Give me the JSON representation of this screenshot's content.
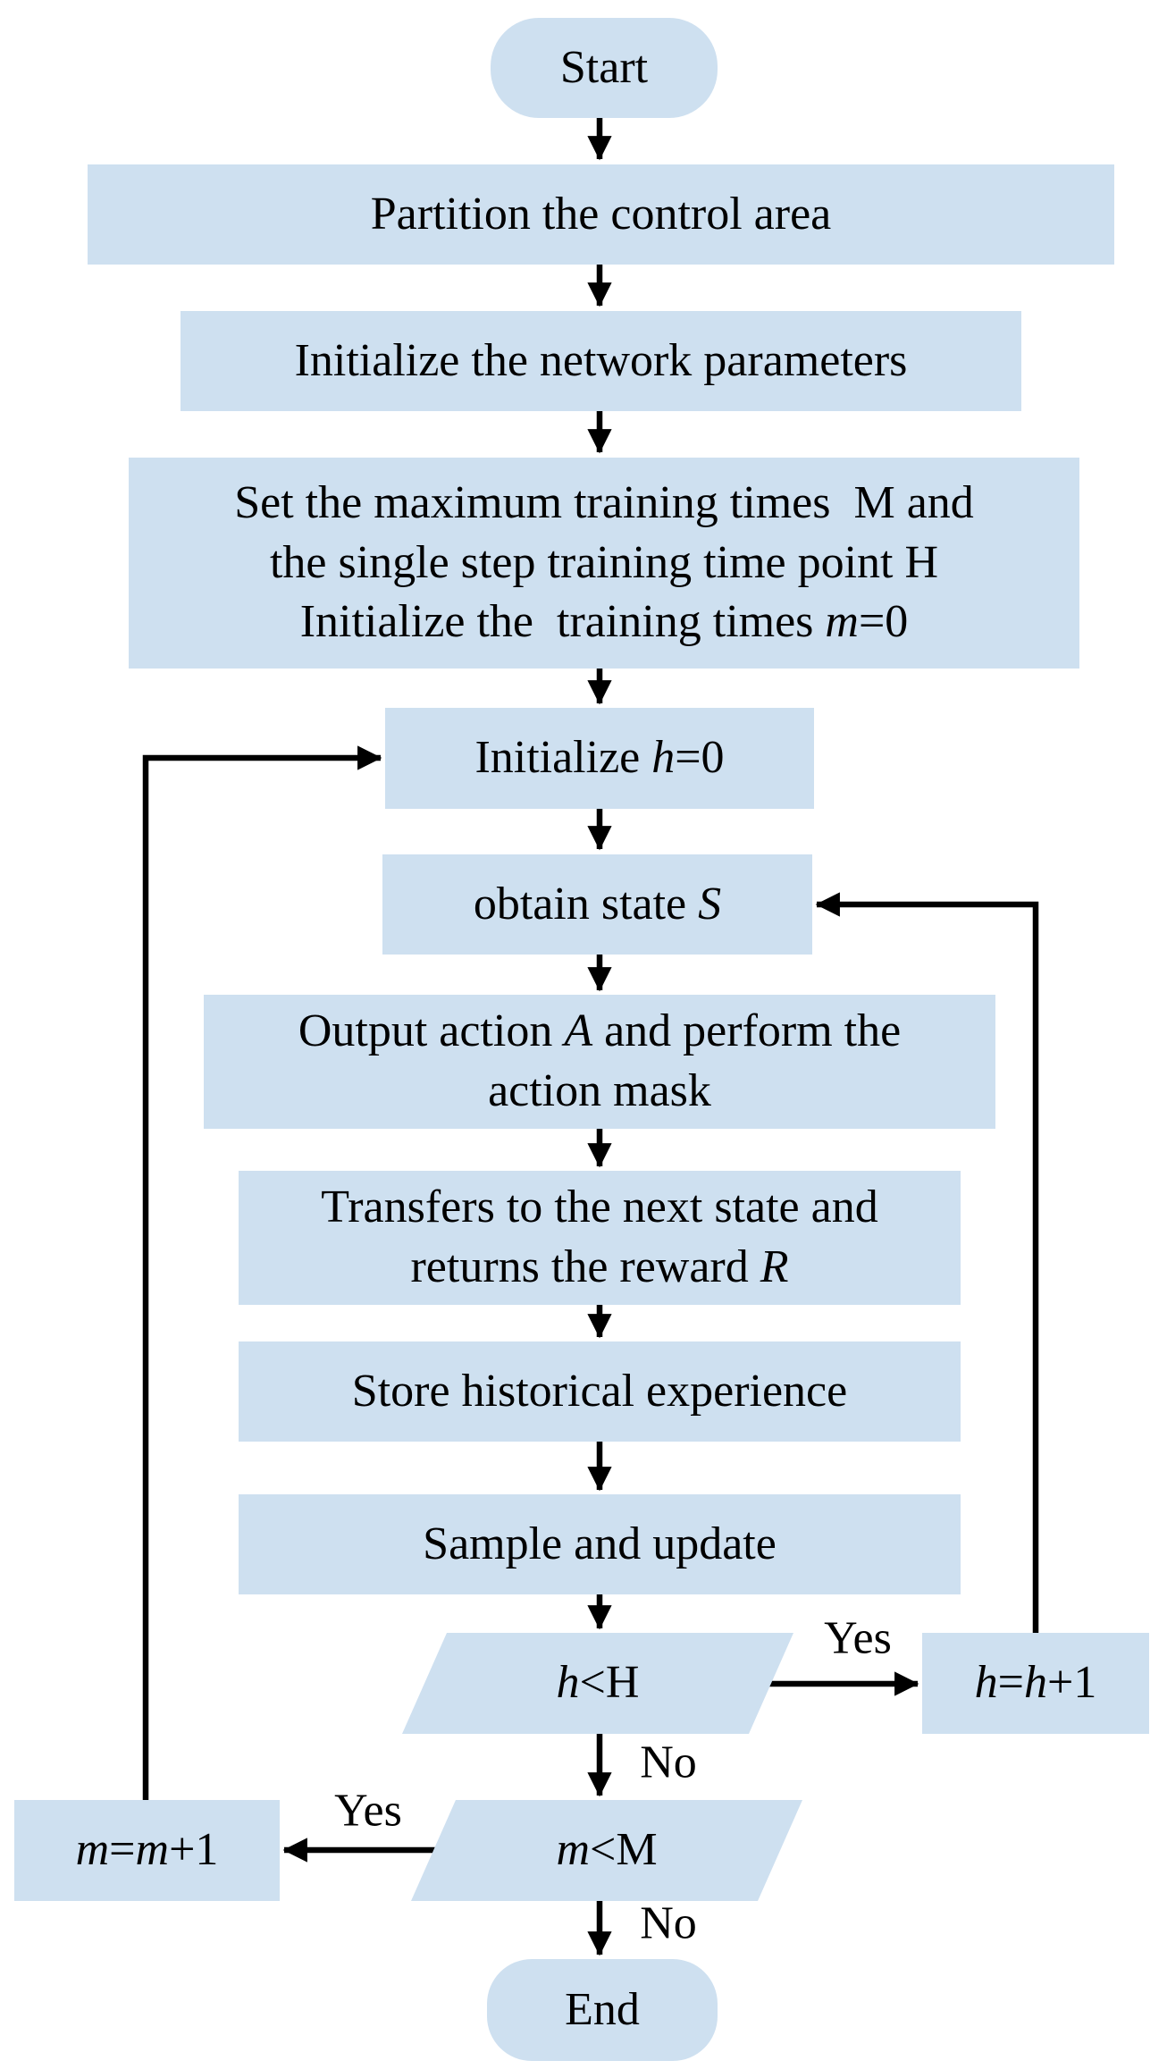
{
  "figure": {
    "type": "flowchart",
    "colors": {
      "node_fill": "#cee0f0",
      "line": "#000000",
      "text": "#000000",
      "background": "#ffffff"
    },
    "nodes": [
      {
        "id": "start",
        "shape": "terminator",
        "lines": [
          [
            {
              "t": "Start"
            }
          ]
        ]
      },
      {
        "id": "partition",
        "shape": "process",
        "lines": [
          [
            {
              "t": "Partition the control area"
            }
          ]
        ]
      },
      {
        "id": "init_network",
        "shape": "process",
        "lines": [
          [
            {
              "t": "Initialize the network parameters"
            }
          ]
        ]
      },
      {
        "id": "set_max",
        "shape": "process",
        "lines": [
          [
            {
              "t": "Set the maximum training times  M and"
            }
          ],
          [
            {
              "t": "the single step training time point H"
            }
          ],
          [
            {
              "t": "Initialize the  training times "
            },
            {
              "t": "m",
              "i": true
            },
            {
              "t": "=0"
            }
          ]
        ]
      },
      {
        "id": "init_h",
        "shape": "process",
        "lines": [
          [
            {
              "t": "Initialize "
            },
            {
              "t": "h",
              "i": true
            },
            {
              "t": "=0"
            }
          ]
        ]
      },
      {
        "id": "obtain_state",
        "shape": "process",
        "lines": [
          [
            {
              "t": "obtain state "
            },
            {
              "t": "S",
              "i": true
            }
          ]
        ]
      },
      {
        "id": "output_action",
        "shape": "process",
        "lines": [
          [
            {
              "t": "Output action "
            },
            {
              "t": "A",
              "i": true
            },
            {
              "t": " and perform the"
            }
          ],
          [
            {
              "t": "action mask"
            }
          ]
        ]
      },
      {
        "id": "transfers",
        "shape": "process",
        "lines": [
          [
            {
              "t": "Transfers to the next state and"
            }
          ],
          [
            {
              "t": "returns the reward "
            },
            {
              "t": "R",
              "i": true
            }
          ]
        ]
      },
      {
        "id": "store",
        "shape": "process",
        "lines": [
          [
            {
              "t": "Store historical experience"
            }
          ]
        ]
      },
      {
        "id": "sample",
        "shape": "process",
        "lines": [
          [
            {
              "t": "Sample and update"
            }
          ]
        ]
      },
      {
        "id": "h_lt_H",
        "shape": "decision-parallelogram",
        "lines": [
          [
            {
              "t": "h",
              "i": true
            },
            {
              "t": "<H"
            }
          ]
        ]
      },
      {
        "id": "h_plus_1",
        "shape": "process",
        "lines": [
          [
            {
              "t": "h",
              "i": true
            },
            {
              "t": "="
            },
            {
              "t": "h",
              "i": true
            },
            {
              "t": "+1"
            }
          ]
        ]
      },
      {
        "id": "m_lt_M",
        "shape": "decision-parallelogram",
        "lines": [
          [
            {
              "t": "m",
              "i": true
            },
            {
              "t": "<M"
            }
          ]
        ]
      },
      {
        "id": "m_plus_1",
        "shape": "process",
        "lines": [
          [
            {
              "t": "m",
              "i": true
            },
            {
              "t": "="
            },
            {
              "t": "m",
              "i": true
            },
            {
              "t": "+1"
            }
          ]
        ]
      },
      {
        "id": "end",
        "shape": "terminator",
        "lines": [
          [
            {
              "t": "End"
            }
          ]
        ]
      }
    ],
    "edges": [
      {
        "from": "start",
        "to": "partition",
        "label": ""
      },
      {
        "from": "partition",
        "to": "init_network",
        "label": ""
      },
      {
        "from": "init_network",
        "to": "set_max",
        "label": ""
      },
      {
        "from": "set_max",
        "to": "init_h",
        "label": ""
      },
      {
        "from": "init_h",
        "to": "obtain_state",
        "label": ""
      },
      {
        "from": "obtain_state",
        "to": "output_action",
        "label": ""
      },
      {
        "from": "output_action",
        "to": "transfers",
        "label": ""
      },
      {
        "from": "transfers",
        "to": "store",
        "label": ""
      },
      {
        "from": "store",
        "to": "sample",
        "label": ""
      },
      {
        "from": "sample",
        "to": "h_lt_H",
        "label": ""
      },
      {
        "from": "h_lt_H",
        "to": "h_plus_1",
        "label": "Yes"
      },
      {
        "from": "h_lt_H",
        "to": "m_lt_M",
        "label": "No"
      },
      {
        "from": "h_plus_1",
        "to": "obtain_state",
        "label": ""
      },
      {
        "from": "m_lt_M",
        "to": "m_plus_1",
        "label": "Yes"
      },
      {
        "from": "m_lt_M",
        "to": "end",
        "label": "No"
      },
      {
        "from": "m_plus_1",
        "to": "init_h",
        "label": ""
      }
    ]
  }
}
